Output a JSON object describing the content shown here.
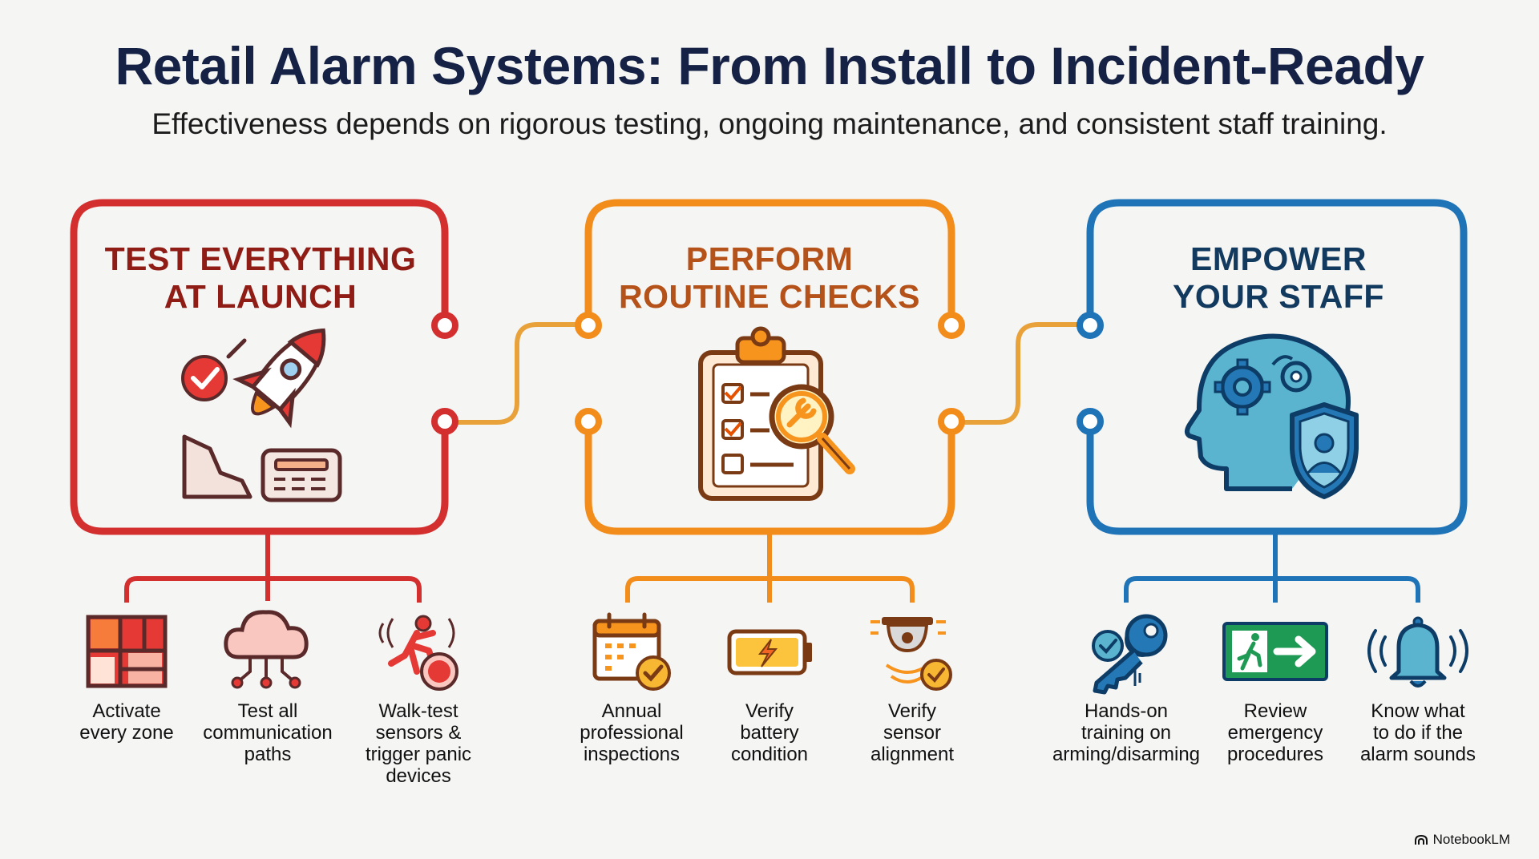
{
  "header": {
    "title": "Retail Alarm Systems: From Install to Incident-Ready",
    "subtitle": "Effectiveness depends on rigorous testing, ongoing maintenance, and consistent staff training."
  },
  "colors": {
    "red": "#d32f2f",
    "orange": "#f28c1a",
    "blue": "#1f73b7",
    "title_navy": "#152245",
    "red_title": "#8f1d16",
    "orange_title": "#b5521a",
    "blue_title": "#12395e"
  },
  "cards": [
    {
      "id": "launch",
      "title_lines": [
        "TEST EVERYTHING",
        "AT LAUNCH"
      ],
      "icon": "rocket-launch-icon",
      "items": [
        {
          "icon": "zone-grid-icon",
          "lines": [
            "Activate",
            "every zone"
          ]
        },
        {
          "icon": "cloud-network-icon",
          "lines": [
            "Test all",
            "communication",
            "paths"
          ]
        },
        {
          "icon": "runner-panic-icon",
          "lines": [
            "Walk-test",
            "sensors &",
            "trigger panic",
            "devices"
          ]
        }
      ]
    },
    {
      "id": "routine",
      "title_lines": [
        "PERFORM",
        "ROUTINE CHECKS"
      ],
      "icon": "clipboard-wrench-icon",
      "items": [
        {
          "icon": "calendar-check-icon",
          "lines": [
            "Annual",
            "professional",
            "inspections"
          ]
        },
        {
          "icon": "battery-icon",
          "lines": [
            "Verify",
            "battery",
            "condition"
          ]
        },
        {
          "icon": "sensor-check-icon",
          "lines": [
            "Verify",
            "sensor",
            "alignment"
          ]
        }
      ]
    },
    {
      "id": "staff",
      "title_lines": [
        "EMPOWER",
        "YOUR STAFF"
      ],
      "icon": "head-shield-icon",
      "items": [
        {
          "icon": "key-check-icon",
          "lines": [
            "Hands-on",
            "training on",
            "arming/disarming"
          ]
        },
        {
          "icon": "exit-sign-icon",
          "lines": [
            "Review",
            "emergency",
            "procedures"
          ]
        },
        {
          "icon": "alarm-bell-icon",
          "lines": [
            "Know what",
            "to do if the",
            "alarm sounds"
          ]
        }
      ]
    }
  ],
  "brand": {
    "name": "NotebookLM"
  }
}
